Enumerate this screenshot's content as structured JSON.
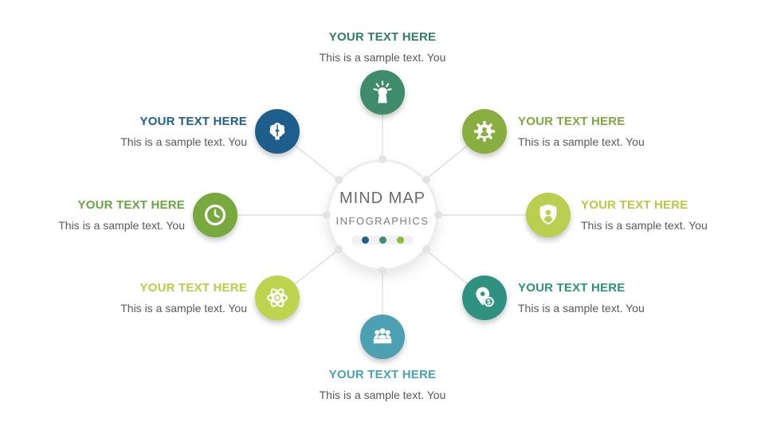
{
  "center": {
    "title": "MIND MAP",
    "subtitle": "INFOGRAPHICS",
    "dot_colors": [
      "#20608D",
      "#3F8D6C",
      "#8FB93F"
    ]
  },
  "text_color": "#595959",
  "nodes": [
    {
      "position": "top",
      "title": "YOUR TEXT HERE",
      "subtitle": "This is a sample text. You",
      "color": "#3E8C6B",
      "title_color": "#2F7E5F",
      "icon": "creative-mind-icon"
    },
    {
      "position": "upper-left",
      "title": "YOUR TEXT HERE",
      "subtitle": "This is a sample text. You",
      "color": "#1E5E8C",
      "title_color": "#1D5F8E",
      "icon": "brain-bulb-icon"
    },
    {
      "position": "upper-right",
      "title": "YOUR TEXT HERE",
      "subtitle": "This is a sample text. You",
      "color": "#87AE3E",
      "title_color": "#7BA93E",
      "icon": "gear-person-icon"
    },
    {
      "position": "left",
      "title": "YOUR TEXT HERE",
      "subtitle": "This is a sample text. You",
      "color": "#77A93F",
      "title_color": "#69A544",
      "icon": "clock-icon"
    },
    {
      "position": "right",
      "title": "YOUR TEXT HERE",
      "subtitle": "This is a sample text. You",
      "color": "#BACF4F",
      "title_color": "#B2CB42",
      "icon": "shield-person-icon"
    },
    {
      "position": "lower-left",
      "title": "YOUR TEXT HERE",
      "subtitle": "This is a sample text. You",
      "color": "#BED34E",
      "title_color": "#B6CD47",
      "icon": "atom-icon"
    },
    {
      "position": "lower-right",
      "title": "YOUR TEXT HERE",
      "subtitle": "This is a sample text. You",
      "color": "#2F9180",
      "title_color": "#2E9077",
      "icon": "money-pin-icon"
    },
    {
      "position": "bottom",
      "title": "YOUR TEXT HERE",
      "subtitle": "This is a sample text. You",
      "color": "#4BA0B1",
      "title_color": "#48A1B5",
      "icon": "team-meeting-icon"
    }
  ]
}
